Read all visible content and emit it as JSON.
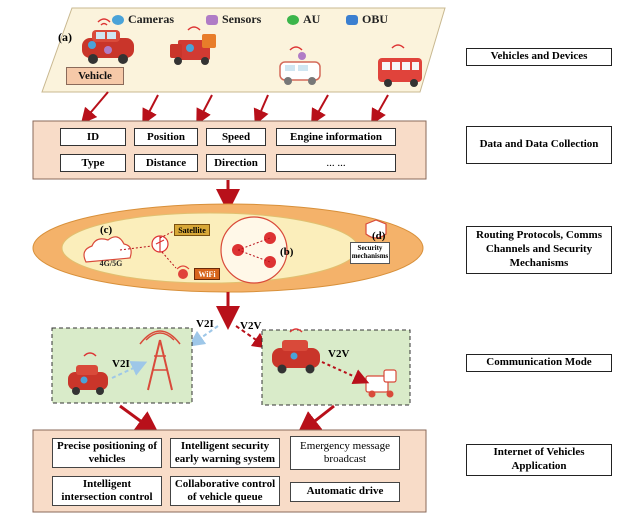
{
  "legend": {
    "cameras": "Cameras",
    "sensors": "Sensors",
    "au": "AU",
    "obu": "OBU"
  },
  "panel_a": {
    "tag": "(a)",
    "vehicle_label": "Vehicle"
  },
  "data_fields": {
    "row1": [
      "ID",
      "Position",
      "Speed",
      "Engine information"
    ],
    "row2": [
      "Type",
      "Distance",
      "Direction",
      "... ..."
    ]
  },
  "routing": {
    "tag_c": "(c)",
    "tag_b": "(b)",
    "tag_d": "(d)",
    "satellite": "Satellite",
    "wifi": "WiFi",
    "cellular": "4G/5G",
    "security": "Security mechanisms"
  },
  "comm": {
    "v2i_top": "V2I",
    "v2v_top": "V2V",
    "v2i_panel": "V2I",
    "v2v_panel": "V2V"
  },
  "applications": [
    "Precise positioning of vehicles",
    "Intelligent security early warning system",
    "Emergency message broadcast",
    "Intelligent intersection control",
    "Collaborative control of vehicle queue",
    "Automatic drive"
  ],
  "side_labels": [
    "Vehicles and Devices",
    "Data and Data Collection",
    "Routing Protocols, Comms Channels and Security Mechanisms",
    "Communication Mode",
    "Internet of Vehicles Application"
  ],
  "colors": {
    "arrow": "#b8101a",
    "peach": "#f8dcc8",
    "cream": "#f8f0dc",
    "ellipse_outer": "#f4b26a",
    "ellipse_inner": "#fbeebb",
    "green_panel": "#d9ebc9",
    "orange_tag": "#d8651c"
  }
}
